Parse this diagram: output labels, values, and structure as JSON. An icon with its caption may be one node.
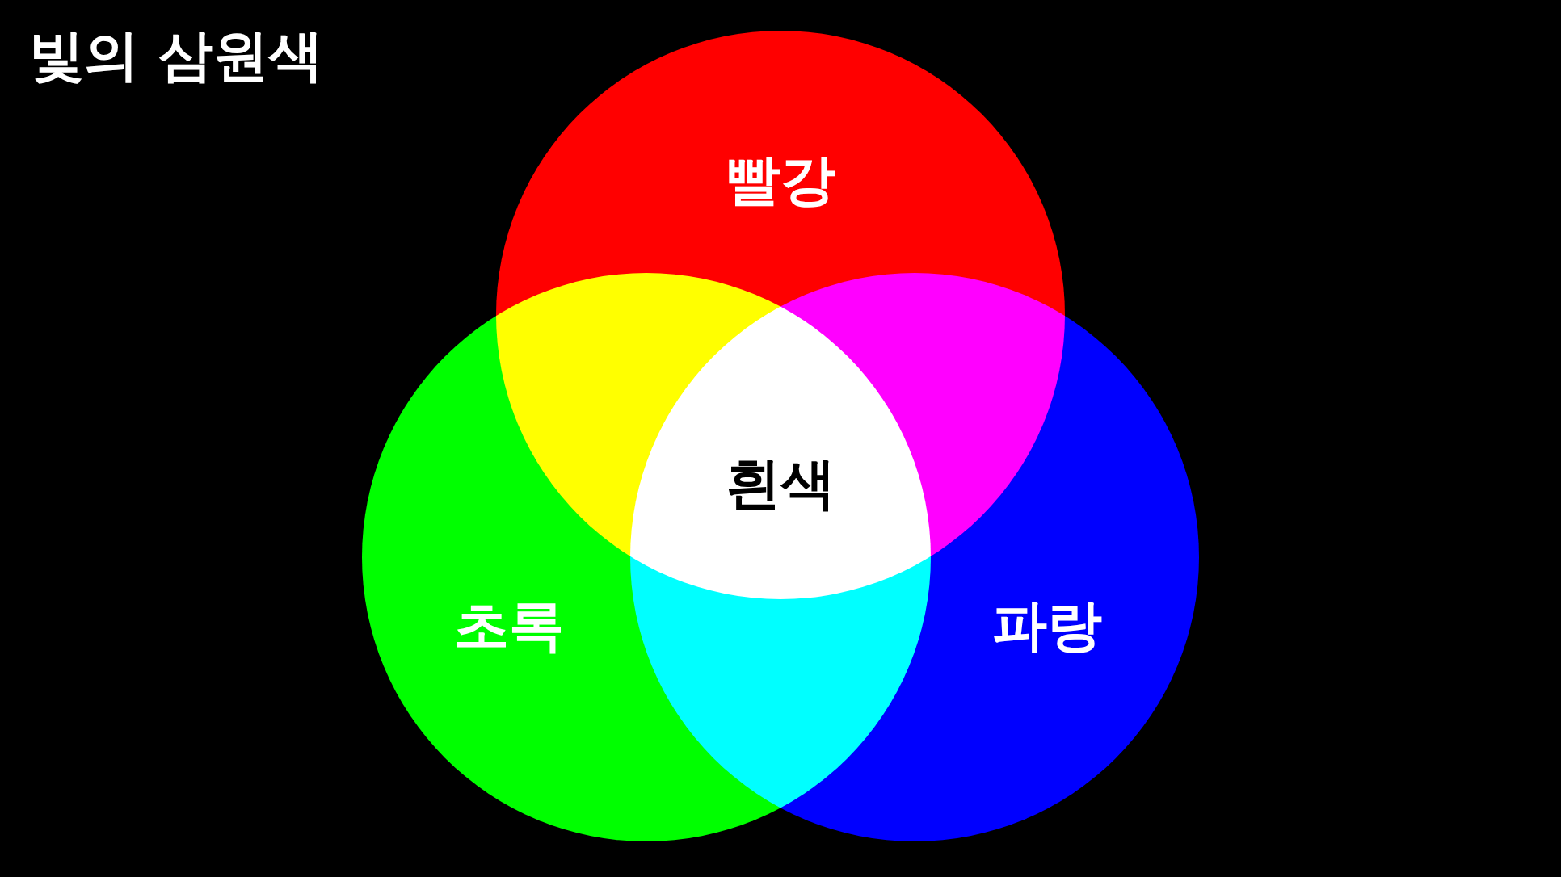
{
  "diagram": {
    "title": "빛의 삼원색",
    "nodes": [
      {
        "text": [
          "빨강"
        ]
      },
      {
        "text": [
          "초록"
        ]
      },
      {
        "text": [
          "파랑"
        ]
      },
      {
        "text": [
          "흰색"
        ]
      }
    ]
  }
}
